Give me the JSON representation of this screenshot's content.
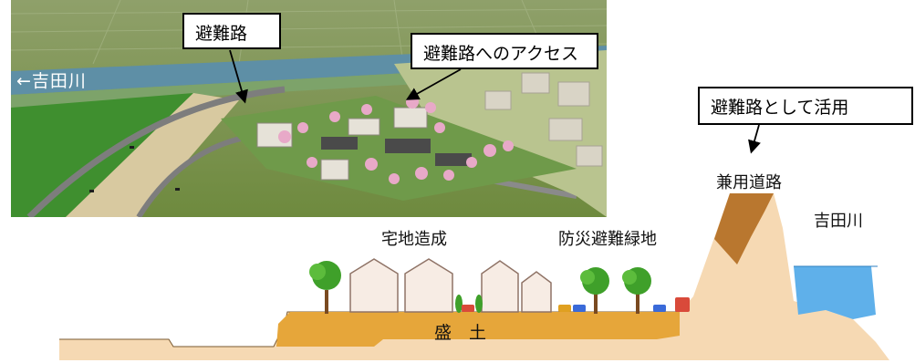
{
  "photo": {
    "river_label": "←吉田川"
  },
  "callouts": {
    "evacuation_route": "避難路",
    "access_to_route": "避難路へのアクセス",
    "use_as_route": "避難路として活用"
  },
  "section_labels": {
    "dual_use_road": "兼用道路",
    "yoshida_river": "吉田川",
    "residential_development": "宅地造成",
    "disaster_green_space": "防災避難緑地",
    "embankment": "盛　土"
  },
  "colors": {
    "fill_soil": "#f6d9b3",
    "embankment": "#e6a63a",
    "road_top": "#b9772f",
    "water": "#5fb0ea",
    "tree": "#3fa02a"
  }
}
